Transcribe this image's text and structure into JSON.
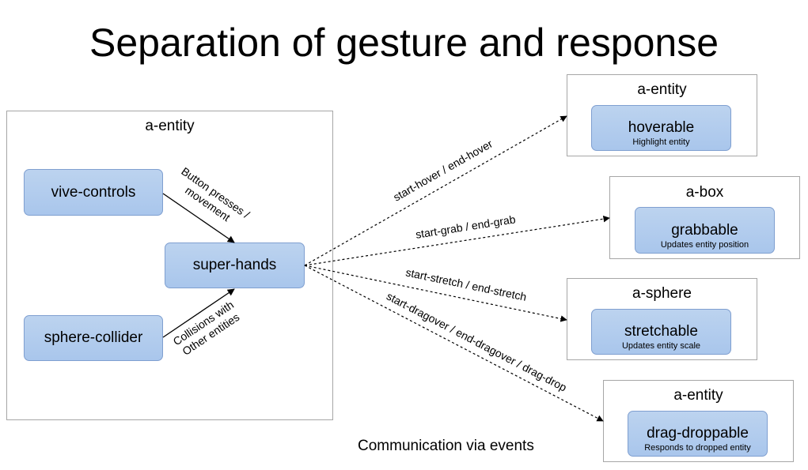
{
  "title": "Separation of gesture and response",
  "source_group": {
    "frame_title": "a-entity",
    "components": {
      "vive_controls": "vive-controls",
      "sphere_collider": "sphere-collider",
      "super_hands": "super-hands"
    },
    "input_labels": {
      "button_line1": "Button presses /",
      "button_line2": "movement",
      "collision_line1": "Collisions with",
      "collision_line2": "Other entities"
    }
  },
  "targets": [
    {
      "frame_title": "a-entity",
      "component": "hoverable",
      "description": "Highlight entity",
      "event": "start-hover / end-hover"
    },
    {
      "frame_title": "a-box",
      "component": "grabbable",
      "description": "Updates entity position",
      "event": "start-grab / end-grab"
    },
    {
      "frame_title": "a-sphere",
      "component": "stretchable",
      "description": "Updates entity scale",
      "event": "start-stretch / end-stretch"
    },
    {
      "frame_title": "a-entity",
      "component": "drag-droppable",
      "description": "Responds to dropped entity",
      "event": "start-dragover / end-dragover / drag-drop"
    }
  ],
  "caption": "Communication via events",
  "colors": {
    "box_fill": "#b4cdee",
    "box_border": "#7f9fd0",
    "frame_border": "#a6a6a6"
  }
}
